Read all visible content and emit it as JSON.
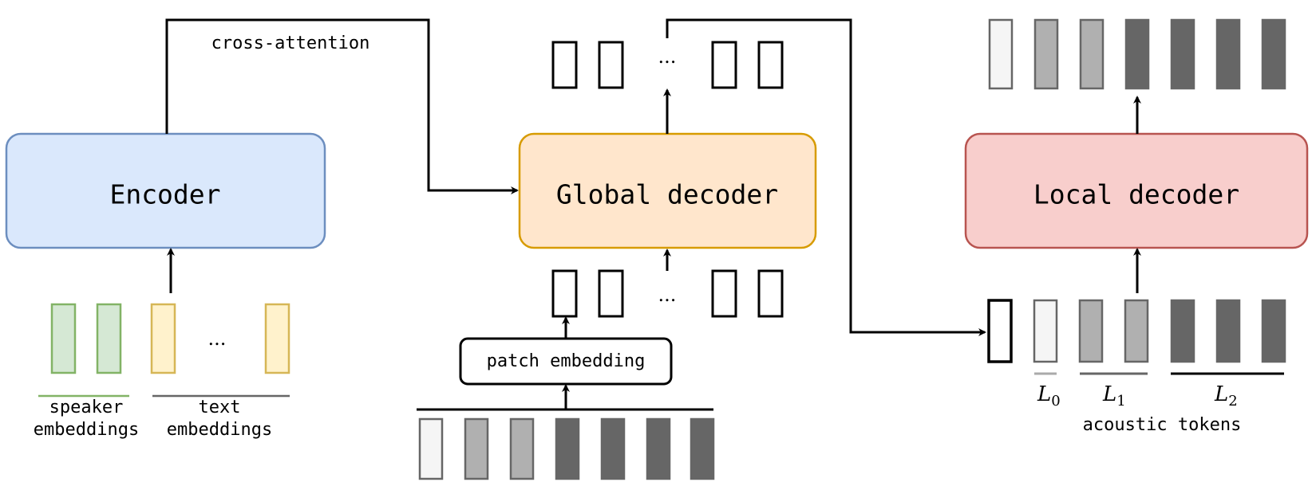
{
  "labels": {
    "cross_attention": "cross-attention",
    "encoder": "Encoder",
    "global_decoder": "Global decoder",
    "local_decoder": "Local decoder",
    "patch_embedding": "patch embedding",
    "speaker_line1": "speaker",
    "speaker_line2": "embeddings",
    "text_line1": "text",
    "text_line2": "embeddings",
    "acoustic_tokens": "acoustic tokens",
    "ellipsis": "...",
    "L0": "L",
    "L0_sub": "0",
    "L1": "L",
    "L1_sub": "1",
    "L2": "L",
    "L2_sub": "2"
  },
  "colors": {
    "encoder_fill": "#dae8fc",
    "encoder_stroke": "#6c8ebf",
    "global_fill": "#ffe6cc",
    "global_stroke": "#d79b00",
    "local_fill": "#f8cecc",
    "local_stroke": "#b85450",
    "speaker_fill": "#d5e8d4",
    "speaker_stroke": "#82b366",
    "text_fill": "#fff2cc",
    "text_stroke": "#d6b656",
    "token_light": "#f5f5f5",
    "token_mid": "#b0b0b0",
    "token_dark": "#666666"
  }
}
